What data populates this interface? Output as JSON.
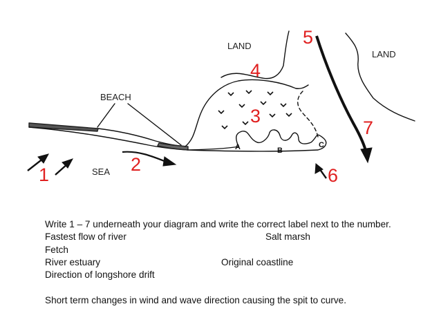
{
  "diagram": {
    "labels": {
      "land_left": "LAND",
      "land_right": "LAND",
      "beach": "BEACH",
      "sea": "SEA"
    },
    "numbers": [
      "1",
      "2",
      "3",
      "4",
      "5",
      "6",
      "7"
    ],
    "marsh_letters": [
      "A",
      "B",
      "C"
    ],
    "colors": {
      "numbers": "#e02020",
      "lines": "#111111"
    }
  },
  "text": {
    "instruction": "Write 1 – 7 underneath your diagram and write the correct label next to the number.",
    "items": {
      "fastest_flow": "Fastest flow of river",
      "salt_marsh": "Salt marsh",
      "fetch": "Fetch",
      "river_estuary": "River estuary",
      "original_coastline": "Original coastline",
      "longshore_drift": "Direction of longshore drift",
      "short_term": "Short term changes in wind and wave direction causing the spit to curve."
    }
  }
}
